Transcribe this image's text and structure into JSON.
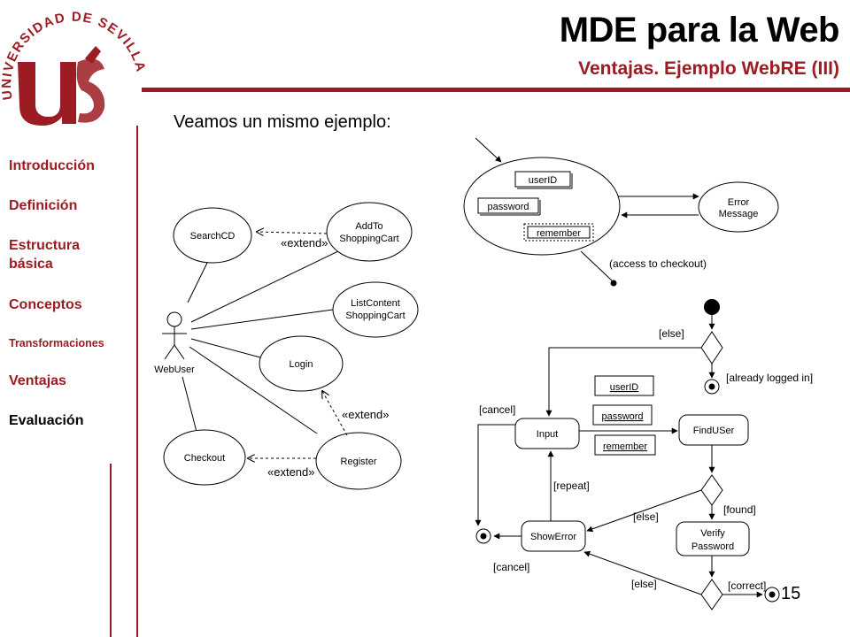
{
  "header": {
    "title": "MDE para la Web",
    "subtitle": "Ventajas. Ejemplo WebRE (III)",
    "logo_icon": "universidad-de-sevilla-seal-icon",
    "logo_text": "UNIVERSIDAD DE SEVILLA",
    "accent_color": "#9b1c22"
  },
  "intro_text": "Veamos un mismo ejemplo:",
  "nav": {
    "items": [
      {
        "label": "Introducción"
      },
      {
        "label": "Definición"
      },
      {
        "label": "Estructura básica",
        "lines": [
          "Estructura",
          "básica"
        ]
      },
      {
        "label": "Conceptos"
      },
      {
        "label": "Transformaciones"
      },
      {
        "label": "Ventajas"
      },
      {
        "label": "Evaluación"
      }
    ],
    "active": "Evaluación"
  },
  "usecase": {
    "actor": "WebUser",
    "cases": {
      "searchcd": "SearchCD",
      "addto": [
        "AddTo",
        "ShoppingCart"
      ],
      "listcontent": [
        "ListContent",
        "ShoppingCart"
      ],
      "login": "Login",
      "checkout": "Checkout",
      "register": "Register"
    },
    "extend_label": "«extend»"
  },
  "navigation": {
    "fields": [
      "userID",
      "password",
      "remember"
    ],
    "error": [
      "Error",
      "Message"
    ],
    "guard": "(access to checkout)"
  },
  "activity": {
    "labels": {
      "else": "[else]",
      "already_logged": "[already logged in]",
      "cancel": "[cancel]",
      "repeat": "[repeat]",
      "found": "[found]",
      "correct": "[correct]"
    },
    "objects": [
      "userID",
      "password",
      "remember"
    ],
    "actions": {
      "input": "Input",
      "finduser": "FindUSer",
      "showerror": "ShowError",
      "verify": [
        "Verify",
        "Password"
      ]
    }
  },
  "page_number": "15"
}
